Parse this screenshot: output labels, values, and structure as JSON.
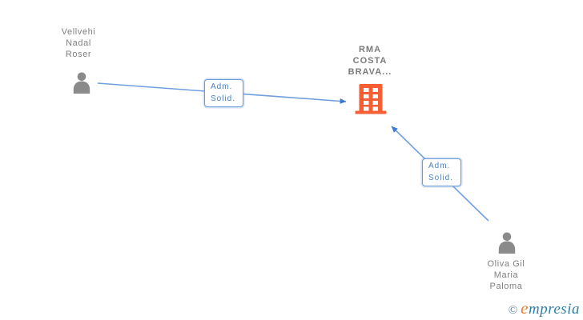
{
  "diagram": {
    "type": "ownership-administration-graph",
    "background": "#ffffff",
    "nodes": {
      "person1": {
        "name": "Vellvehi\nNadal\nRoser",
        "icon": "person-icon",
        "icon_color": "#8a8a8a"
      },
      "company": {
        "name": "RMA\nCOSTA\nBRAVA...",
        "icon": "building-icon",
        "icon_color": "#f55f33"
      },
      "person2": {
        "name": "Oliva Gil\nMaria\nPaloma",
        "icon": "person-icon",
        "icon_color": "#8a8a8a"
      }
    },
    "edges": [
      {
        "from": "person1",
        "to": "company",
        "label": "Adm.\nSolid.",
        "direction": "arrow-into-company"
      },
      {
        "from": "person2",
        "to": "company",
        "label": "Adm.\nSolid.",
        "direction": "arrow-into-company"
      }
    ],
    "colors": {
      "line_blue": "#6f9fde",
      "arrowhead_blue": "#3d7bd0",
      "label_text_blue": "#4a80c8",
      "label_border_blue": "#6f9bd8",
      "name_text_gray": "#7f7f7f",
      "person_icon_gray": "#8a8a8a",
      "building_orange": "#f55f33",
      "logo_teal": "#2f7fa3",
      "logo_orange": "#ef7d2e",
      "copyright_gray": "#5f7d8c"
    }
  },
  "logo": {
    "copyright": "©",
    "brand_initial": "e",
    "brand_rest": "mpresia"
  }
}
